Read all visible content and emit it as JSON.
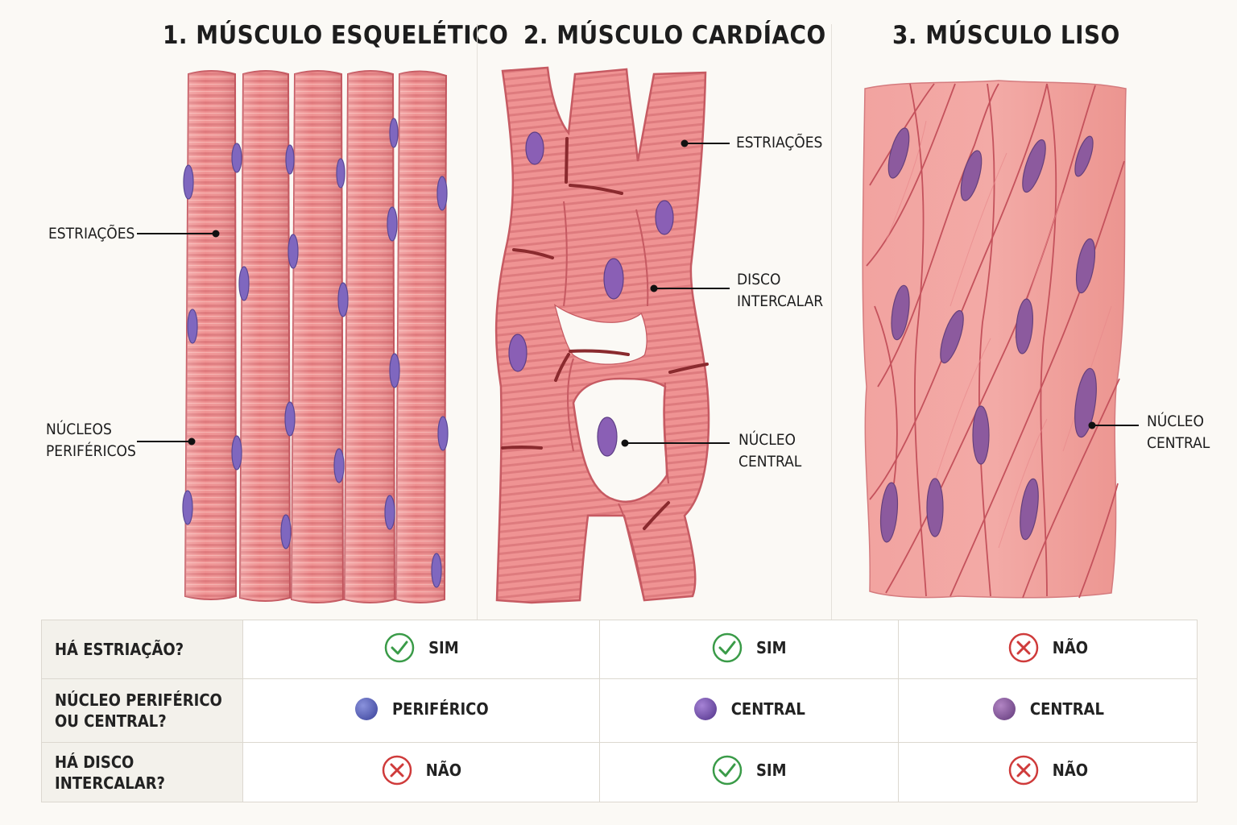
{
  "colors": {
    "fiber": "#ef8f8f",
    "fiber_dark": "#c85c63",
    "disc": "#8a2a2e",
    "nucleus_skeletal": "#7f67bf",
    "nucleus_cardiac": "#8a5fb5",
    "nucleus_smooth": "#8c5a9e",
    "check_green": "#3a9b48",
    "cross_red": "#cf3b3b"
  },
  "panels": {
    "skeletal": {
      "title": "1. MÚSCULO ESQUELÉTICO",
      "label_striations": "ESTRIAÇÕES",
      "label_nuclei": [
        "NÚCLEOS",
        "PERIFÉRICOS"
      ]
    },
    "cardiac": {
      "title": "2. MÚSCULO CARDÍACO",
      "label_striations": "ESTRIAÇÕES",
      "label_disc": [
        "DISCO",
        "INTERCALAR"
      ],
      "label_nucleus": [
        "NÚCLEO",
        "CENTRAL"
      ]
    },
    "smooth": {
      "title": "3. MÚSCULO LISO",
      "label_nucleus": [
        "NÚCLEO",
        "CENTRAL"
      ]
    }
  },
  "table": {
    "rows": [
      {
        "question": [
          "HÁ ESTRIAÇÃO?"
        ],
        "cells": [
          {
            "icon": "check-icon",
            "text": "SIM"
          },
          {
            "icon": "check-icon",
            "text": "SIM"
          },
          {
            "icon": "cross-icon",
            "text": "NÃO"
          }
        ]
      },
      {
        "question": [
          "NÚCLEO PERIFÉRICO",
          "OU CENTRAL?"
        ],
        "cells": [
          {
            "icon": "nucleus-dot-icon",
            "text": "PERIFÉRICO",
            "color": "#5b63b8"
          },
          {
            "icon": "nucleus-dot-icon",
            "text": "CENTRAL",
            "color": "#7b55ad"
          },
          {
            "icon": "nucleus-dot-icon",
            "text": "CENTRAL",
            "color": "#8c5aa0"
          }
        ]
      },
      {
        "question": [
          "HÁ DISCO INTERCALAR?"
        ],
        "cells": [
          {
            "icon": "cross-icon",
            "text": "NÃO"
          },
          {
            "icon": "check-icon",
            "text": "SIM"
          },
          {
            "icon": "cross-icon",
            "text": "NÃO"
          }
        ]
      }
    ]
  }
}
